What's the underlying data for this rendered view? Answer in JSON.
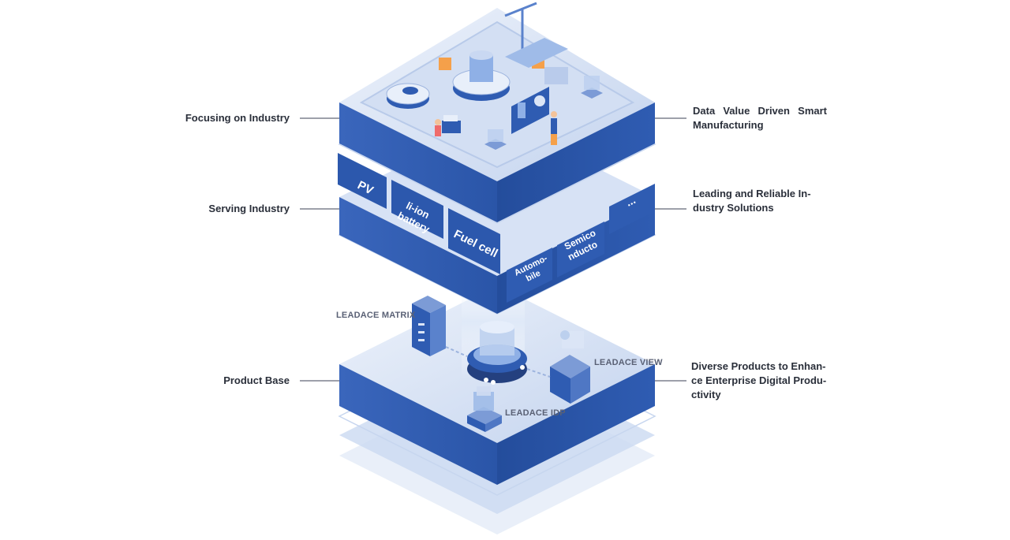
{
  "layers": {
    "top": {
      "left_label": "Focusing on Industry",
      "right_label_lines": [
        "Data Value Driven Smart",
        "Manufacturing"
      ]
    },
    "middle": {
      "left_label": "Serving Industry",
      "right_label_lines": [
        "Leading and Reliable In-",
        "dustry Solutions"
      ],
      "industries": [
        {
          "lines": [
            "PV"
          ]
        },
        {
          "lines": [
            "li-ion",
            "battery"
          ]
        },
        {
          "lines": [
            "Fuel cell"
          ]
        },
        {
          "lines": [
            "Automo-",
            "bile"
          ]
        },
        {
          "lines": [
            "Semico",
            "nducto"
          ]
        },
        {
          "lines": [
            "..."
          ]
        }
      ]
    },
    "bottom": {
      "left_label": "Product Base",
      "right_label_lines": [
        "Diverse Products to Enhan-",
        "ce Enterprise Digital Produ-",
        "ctivity"
      ],
      "products": {
        "matrix": "LEADACE MATRIX",
        "view": "LEADACE VIEW",
        "idp": "LEADACE IDP"
      }
    }
  },
  "colors": {
    "side_dark": "#2e5aae",
    "side_mid": "#3f6cc0",
    "top_light": "#dbe5f6",
    "top_mid": "#b9cbeb",
    "accent": "#f5a04a",
    "ghost": "#c7d6ef"
  }
}
